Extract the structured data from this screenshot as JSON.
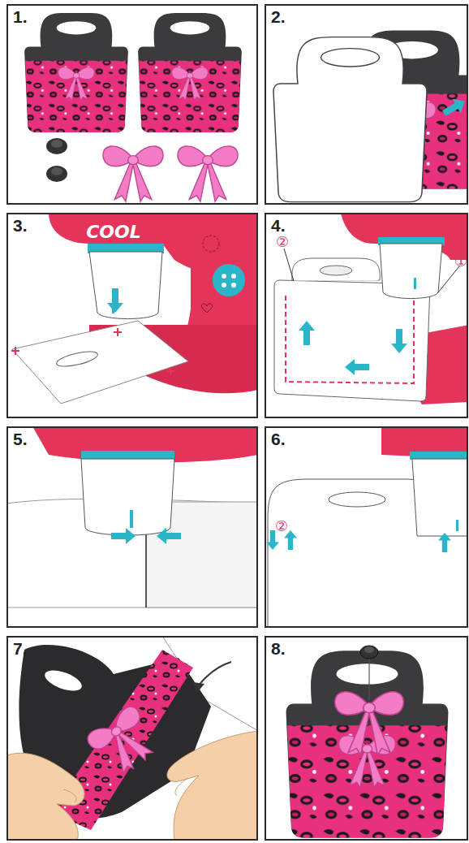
{
  "diagram": {
    "nodes": [
      {
        "text": [
          "1."
        ]
      },
      {
        "text": [
          "2."
        ]
      },
      {
        "text": [
          "3."
        ]
      },
      {
        "text": [
          "4."
        ]
      },
      {
        "text": [
          "5."
        ]
      },
      {
        "text": [
          "6."
        ]
      },
      {
        "text": [
          "7."
        ]
      },
      {
        "text": [
          "8."
        ]
      }
    ],
    "labels": [
      "COOL",
      "②",
      "①",
      "②"
    ]
  }
}
